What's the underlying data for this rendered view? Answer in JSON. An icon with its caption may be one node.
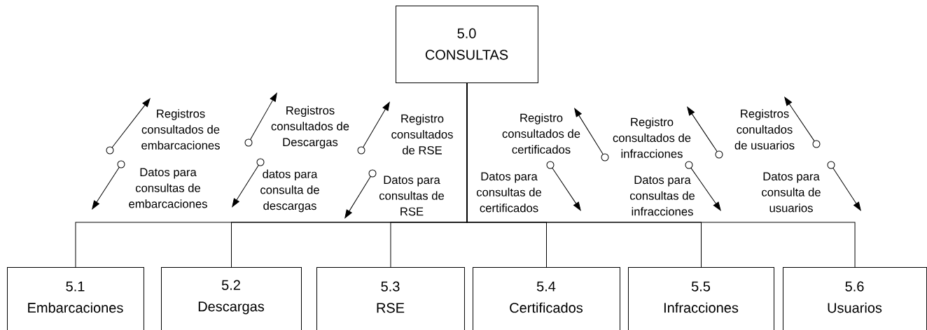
{
  "diagram": {
    "nodes": [
      {
        "text": [
          "5.0",
          "CONSULTAS"
        ]
      },
      {
        "text": [
          "5.1",
          "Embarcaciones"
        ]
      },
      {
        "text": [
          "5.2",
          "Descargas"
        ]
      },
      {
        "text": [
          "5.3",
          "RSE"
        ]
      },
      {
        "text": [
          "5.4",
          "Certificados"
        ]
      },
      {
        "text": [
          "5.5",
          "Infracciones"
        ]
      },
      {
        "text": [
          "5.6",
          "Usuarios"
        ]
      }
    ],
    "edges": [
      {
        "from": 0,
        "to": 1,
        "arrow": "none"
      },
      {
        "from": 0,
        "to": 2,
        "arrow": "none"
      },
      {
        "from": 0,
        "to": 3,
        "arrow": "none"
      },
      {
        "from": 0,
        "to": 4,
        "arrow": "none"
      },
      {
        "from": 0,
        "to": 5,
        "arrow": "none"
      },
      {
        "from": 0,
        "to": 6,
        "arrow": "none"
      }
    ],
    "labels": [
      "Registros consultados de embarcaciones",
      "Datos para consultas de embarcaciones",
      "Registros consultados de Descargas",
      "datos para consulta de descargas",
      "Registro consultados de RSE",
      "Datos para consultas de RSE",
      "Registro consultados de certificados",
      "Datos para consultas de certificados",
      "Registro consultados de infracciones",
      "Datos para consultas de infracciones",
      "Registros conultados de usuarios",
      "Datos para consulta de usuarios"
    ]
  }
}
